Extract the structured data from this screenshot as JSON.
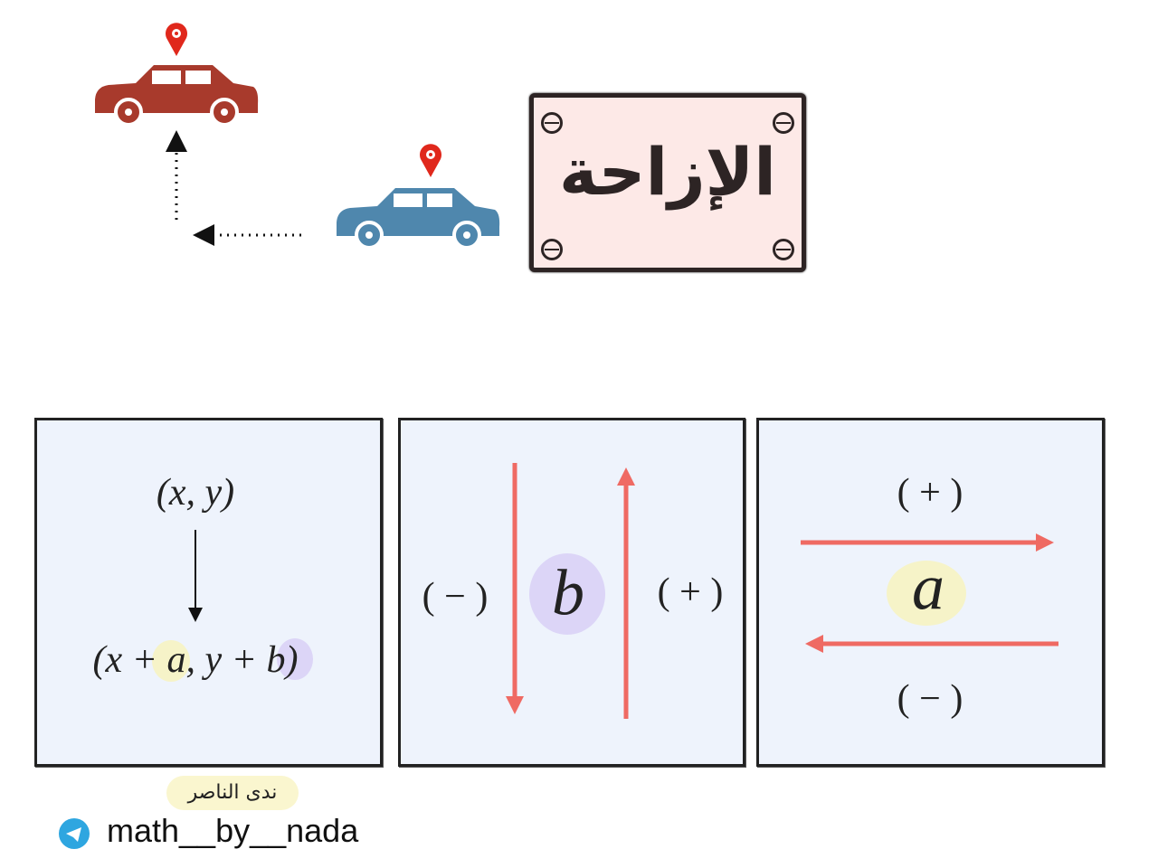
{
  "title": "الإزاحة",
  "colors": {
    "red_car": "#a83a2c",
    "blue_car": "#4f87ad",
    "pin": "#e0281c",
    "arrow": "#ef6a63",
    "panel_bg": "#eef3fc",
    "sign_bg": "#fde9e7",
    "a_highlight": "#f6f3c8",
    "b_highlight": "#dcd5f7"
  },
  "panel_rule": {
    "original": "(x, y)",
    "image_prefix": "(x + ",
    "a": "a",
    "mid": ", y + ",
    "b": "b",
    "suffix": ")"
  },
  "panel_vertical": {
    "negative": "( − )",
    "variable": "b",
    "positive": "( + )"
  },
  "panel_horizontal": {
    "positive": "( + )",
    "variable": "a",
    "negative": "( − )"
  },
  "footer": {
    "author": "ندى الناصر",
    "handle": "math__by__nada",
    "icon": "telegram-icon"
  }
}
